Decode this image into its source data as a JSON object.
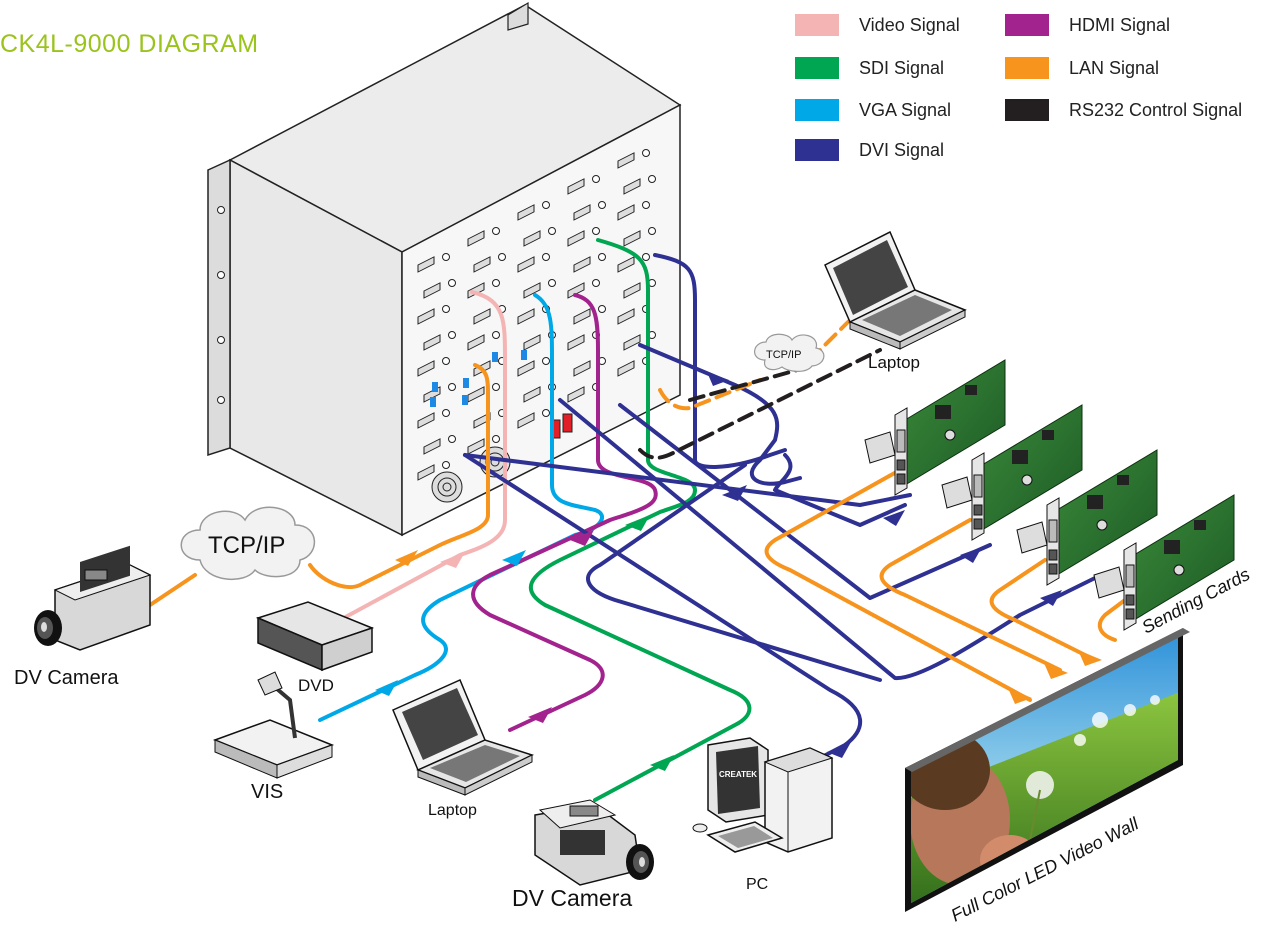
{
  "title": "CK4L-9000 DIAGRAM",
  "title_color": "#9ac31c",
  "legend": [
    {
      "label": "Video Signal",
      "color": "#f4b4b4"
    },
    {
      "label": "SDI Signal",
      "color": "#00a651"
    },
    {
      "label": "VGA Signal",
      "color": "#00a8e8"
    },
    {
      "label": "DVI Signal",
      "color": "#2e3192"
    },
    {
      "label": "HDMI Signal",
      "color": "#a3238e"
    },
    {
      "label": "LAN Signal",
      "color": "#f7941d"
    },
    {
      "label": "RS232 Control Signal",
      "color": "#231f20"
    }
  ],
  "devices": {
    "tcpip_cloud_large": "TCP/IP",
    "tcpip_cloud_small": "TCP/IP",
    "dv_camera_left": "DV Camera",
    "dvd": "DVD",
    "vis": "VIS",
    "laptop_bottom": "Laptop",
    "dv_camera_bottom": "DV Camera",
    "pc": "PC",
    "laptop_top": "Laptop",
    "sending_cards": "Sending Cards",
    "led_wall": "Full Color LED Video Wall",
    "pc_monitor_brand": "CREATEK"
  }
}
